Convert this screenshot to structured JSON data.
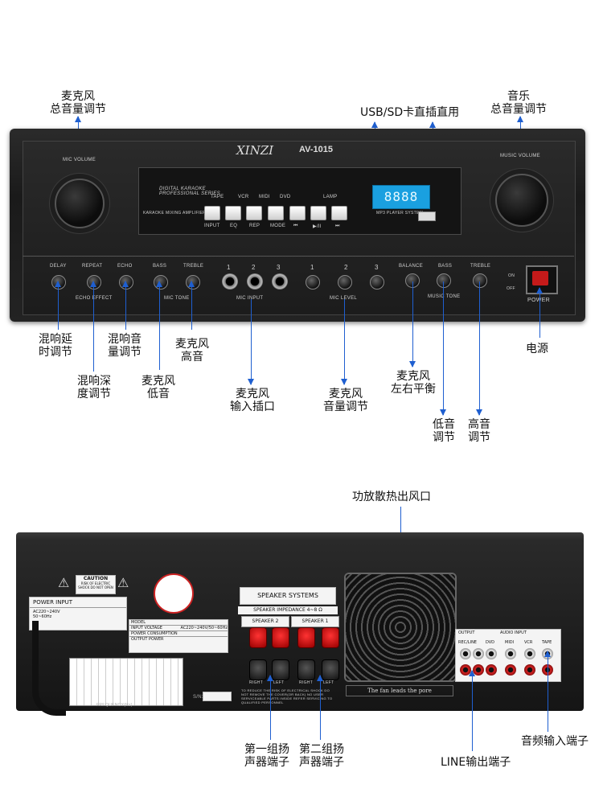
{
  "front": {
    "brand": "XINZI",
    "model": "AV-1015",
    "subtitle": "DIGITAL KARAOKE PROFESSIONAL SERIES",
    "tagline": "KARAOKE MIXING AMPLIFIER",
    "mic_volume": "MIC VOLUME",
    "music_volume": "MUSIC VOLUME",
    "mp3_label": "MP3 PLAYER SYSTEM",
    "lcd_text": "8888",
    "source_labels": [
      "TAPE",
      "VCR",
      "MIDI",
      "DVD",
      "LAMP"
    ],
    "button_labels": [
      "INPUT",
      "EQ",
      "REP",
      "MODE",
      "⏮",
      "▶/II",
      "⏭"
    ],
    "knob_labels": [
      "DELAY",
      "REPEAT",
      "ECHO",
      "BASS",
      "TREBLE",
      "1",
      "2",
      "3",
      "1",
      "2",
      "3",
      "BALANCE",
      "BASS",
      "TREBLE"
    ],
    "section_labels": [
      "ECHO EFFECT",
      "MIC TONE",
      "MIC INPUT",
      "MIC LEVEL",
      "MUSIC TONE"
    ],
    "power": "POWER",
    "on": "ON",
    "off": "OFF"
  },
  "callouts_top": {
    "mic_master_l1": "麦克风",
    "mic_master_l2": "总音量调节",
    "usb_sd": "USB/SD卡直插直用",
    "music_l1": "音乐",
    "music_l2": "总音量调节"
  },
  "callouts_front_bottom": {
    "delay_l1": "混响延",
    "delay_l2": "时调节",
    "repeat_l1": "混响深",
    "repeat_l2": "度调节",
    "echo_l1": "混响音",
    "echo_l2": "量调节",
    "mic_bass_l1": "麦克风",
    "mic_bass_l2": "低音",
    "mic_treble_l1": "麦克风",
    "mic_treble_l2": "高音",
    "mic_input_l1": "麦克风",
    "mic_input_l2": "输入插口",
    "mic_level_l1": "麦克风",
    "mic_level_l2": "音量调节",
    "balance_l1": "麦克风",
    "balance_l2": "左右平衡",
    "bass_l1": "低音",
    "bass_l2": "调节",
    "treble_l1": "高音",
    "treble_l2": "调节",
    "power": "电源"
  },
  "back": {
    "fan_callout": "功放散热出风口",
    "caution": "CAUTION",
    "caution_sub": "RISK OF ELECTRIC SHOCK DO NOT OPEN",
    "power_input": "POWER INPUT",
    "power_spec": "AC220~240V 50~60Hz",
    "spec_rows": [
      {
        "k": "MODEL",
        "v": ""
      },
      {
        "k": "INPUT VOLTAGE",
        "v": "AC220~240V/50~60Hz"
      },
      {
        "k": "POWER CONSUMPTION",
        "v": ""
      },
      {
        "k": "OUTPUT POWER",
        "v": ""
      }
    ],
    "speaker_systems": "SPEAKER SYSTEMS",
    "speaker_impedance": "SPEAKER IMPEDANCE 4~8 Ω",
    "speaker2": "SPEAKER 2",
    "speaker1": "SPEAKER 1",
    "right": "RIGHT",
    "left": "LEFT",
    "warning": "TO REDUCE THE RISK OF ELECTRICAL SHOCK DO NOT REMOVE THE COVER(OR BACK) NO USER SERVICEABLE PARTS INSIDE REFER SERVICING TO QUALIFIED PERSONNEL",
    "fan_text": "The fan leads the pore",
    "output": "OUTPUT",
    "audio_input": "AUDIO INPUT",
    "io_labels": [
      "REC/LINE",
      "DVD",
      "MIDI",
      "VCR",
      "TAPE"
    ],
    "sn": "S/N:",
    "freq": "FREQUENCY(Hz)"
  },
  "callouts_back_bottom": {
    "spk1_l1": "第一组扬",
    "spk1_l2": "声器端子",
    "spk2_l1": "第二组扬",
    "spk2_l2": "声器端子",
    "line_out": "LINE输出端子",
    "audio_in": "音频输入端子"
  },
  "colors": {
    "accent": "#1f5fd0",
    "lcd": "#1aa0e0",
    "power_rocker": "#c41a1a"
  }
}
